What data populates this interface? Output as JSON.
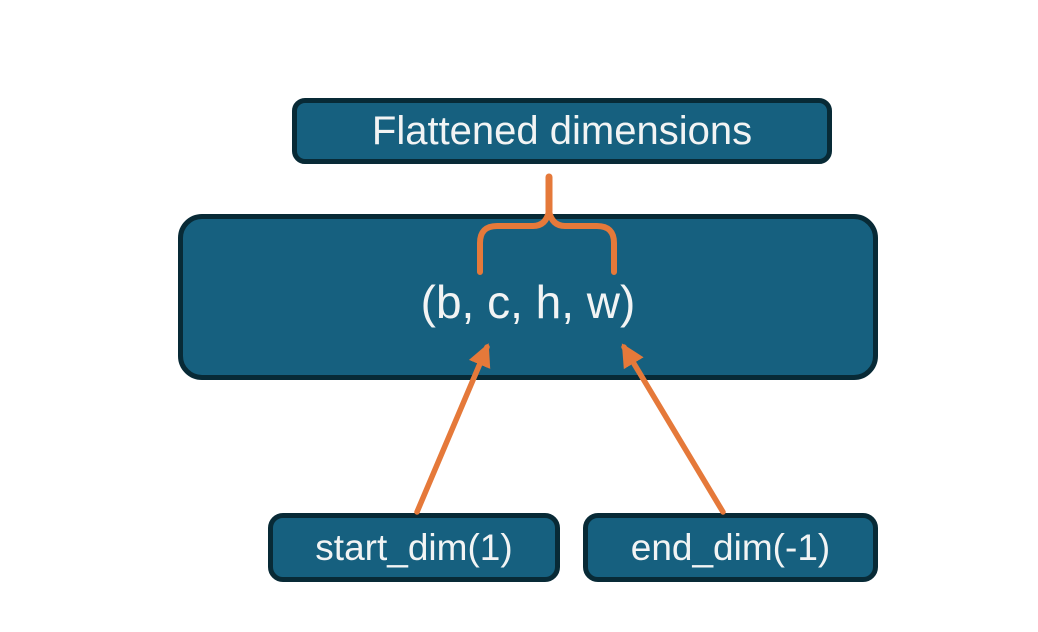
{
  "diagram": {
    "title_box": {
      "label": "Flattened dimensions"
    },
    "tensor_box": {
      "label": "(b, c, h, w)"
    },
    "start_dim_box": {
      "label": "start_dim(1)"
    },
    "end_dim_box": {
      "label": "end_dim(-1)"
    }
  },
  "colors": {
    "box_fill": "#16607f",
    "box_border": "#082a36",
    "accent": "#e5793a",
    "text": "#f2f4f4",
    "bg": "#ffffff"
  }
}
